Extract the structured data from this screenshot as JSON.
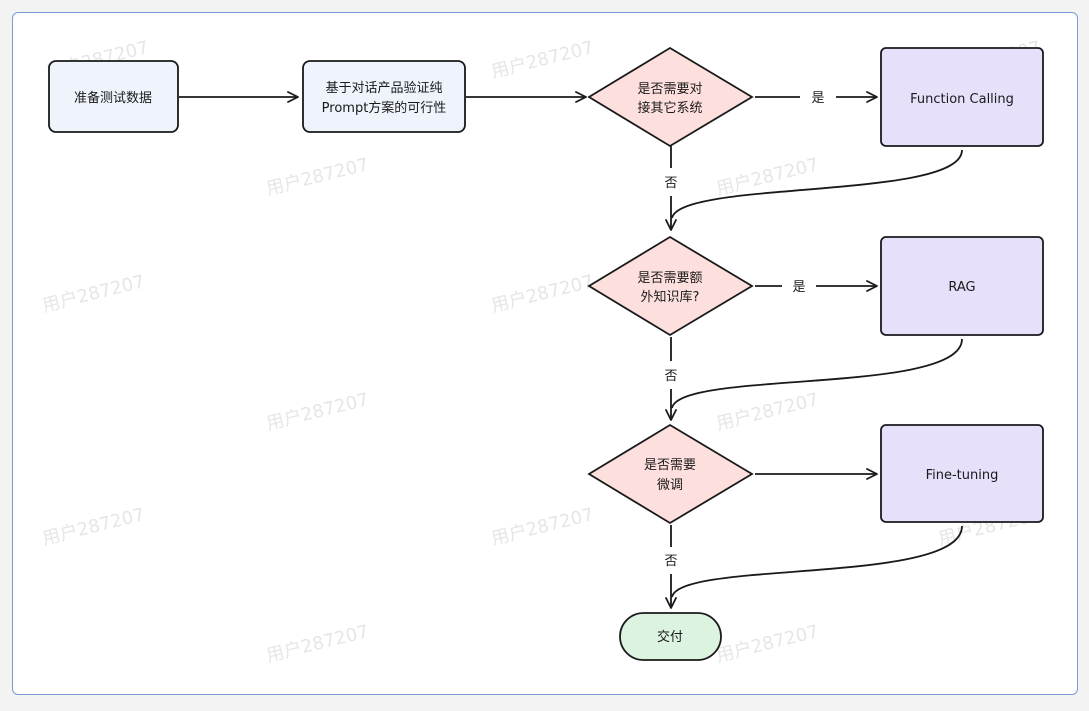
{
  "watermark": "用户287207",
  "colors": {
    "process_fill": "#eef3fc",
    "decision_fill": "#fde0de",
    "method_fill": "#e6e0fb",
    "terminal_fill": "#dcf3df",
    "stroke": "#1a1a1a",
    "frame_border": "#7a9ad0"
  },
  "nodes": {
    "prepare": {
      "lines": [
        "准备测试数据"
      ]
    },
    "validate": {
      "lines": [
        "基于对话产品验证纯",
        "Prompt方案的可行性"
      ]
    },
    "q_system": {
      "lines": [
        "是否需要对",
        "接其它系统"
      ]
    },
    "function_calling": {
      "lines": [
        "Function Calling"
      ]
    },
    "q_knowledge": {
      "lines": [
        "是否需要额",
        "外知识库?"
      ]
    },
    "rag": {
      "lines": [
        "RAG"
      ]
    },
    "q_finetune": {
      "lines": [
        "是否需要",
        "微调"
      ]
    },
    "finetuning": {
      "lines": [
        "Fine-tuning"
      ]
    },
    "deliver": {
      "lines": [
        "交付"
      ]
    }
  },
  "edge_labels": {
    "yes_1": "是",
    "no_1": "否",
    "yes_2": "是",
    "no_2": "否",
    "no_3": "否"
  }
}
